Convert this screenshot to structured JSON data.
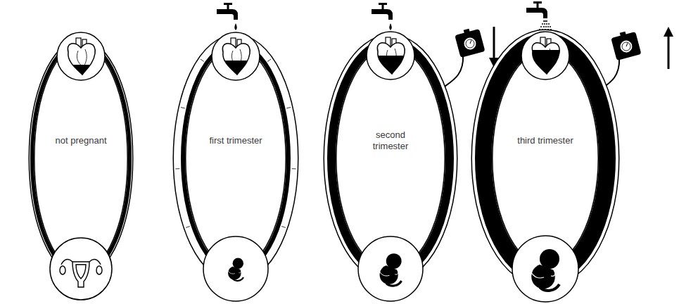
{
  "diagram": {
    "nodes": [
      {
        "text": [
          "not pregnant"
        ]
      },
      {
        "text": [
          "first trimester"
        ]
      },
      {
        "text": [
          "second trimester"
        ]
      },
      {
        "text": [
          "third trimester"
        ]
      }
    ]
  }
}
